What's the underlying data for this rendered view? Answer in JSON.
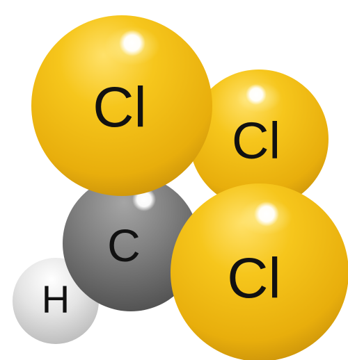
{
  "molecule": {
    "atoms": [
      {
        "symbol": "H",
        "element": "hydrogen",
        "color": "#d8d8d8"
      },
      {
        "symbol": "C",
        "element": "carbon",
        "color": "#7a7a7a"
      },
      {
        "symbol": "Cl",
        "element": "chlorine",
        "color": "#f2bd16"
      },
      {
        "symbol": "Cl",
        "element": "chlorine",
        "color": "#f2bd16"
      },
      {
        "symbol": "Cl",
        "element": "chlorine",
        "color": "#f2bd16"
      }
    ]
  }
}
